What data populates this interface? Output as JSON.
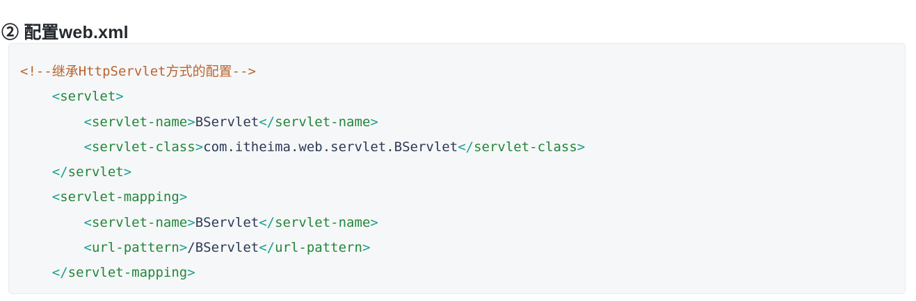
{
  "page": {
    "title": "② 配置web.xml",
    "background_color": "#ffffff"
  },
  "code_block": {
    "language": "xml",
    "background_color": "#f6f7f8",
    "border_color": "#e7eaec",
    "colors": {
      "comment": "#b9642f",
      "tag": "#22863a",
      "punctuation": "#1a9e8f",
      "text": "#2b3a55"
    },
    "lines": [
      {
        "indent": "",
        "segments": [
          {
            "type": "comment",
            "text": "<!--继承HttpServlet方式的配置-->"
          }
        ]
      },
      {
        "indent": "    ",
        "segments": [
          {
            "type": "punc",
            "text": "<"
          },
          {
            "type": "tag",
            "text": "servlet"
          },
          {
            "type": "punc",
            "text": ">"
          }
        ]
      },
      {
        "indent": "        ",
        "segments": [
          {
            "type": "punc",
            "text": "<"
          },
          {
            "type": "tag",
            "text": "servlet-name"
          },
          {
            "type": "punc",
            "text": ">"
          },
          {
            "type": "text",
            "text": "BServlet"
          },
          {
            "type": "punc",
            "text": "</"
          },
          {
            "type": "tag",
            "text": "servlet-name"
          },
          {
            "type": "punc",
            "text": ">"
          }
        ]
      },
      {
        "indent": "        ",
        "segments": [
          {
            "type": "punc",
            "text": "<"
          },
          {
            "type": "tag",
            "text": "servlet-class"
          },
          {
            "type": "punc",
            "text": ">"
          },
          {
            "type": "text",
            "text": "com.itheima.web.servlet.BServlet"
          },
          {
            "type": "punc",
            "text": "</"
          },
          {
            "type": "tag",
            "text": "servlet-class"
          },
          {
            "type": "punc",
            "text": ">"
          }
        ]
      },
      {
        "indent": "    ",
        "segments": [
          {
            "type": "punc",
            "text": "</"
          },
          {
            "type": "tag",
            "text": "servlet"
          },
          {
            "type": "punc",
            "text": ">"
          }
        ]
      },
      {
        "indent": "    ",
        "segments": [
          {
            "type": "punc",
            "text": "<"
          },
          {
            "type": "tag",
            "text": "servlet-mapping"
          },
          {
            "type": "punc",
            "text": ">"
          }
        ]
      },
      {
        "indent": "        ",
        "segments": [
          {
            "type": "punc",
            "text": "<"
          },
          {
            "type": "tag",
            "text": "servlet-name"
          },
          {
            "type": "punc",
            "text": ">"
          },
          {
            "type": "text",
            "text": "BServlet"
          },
          {
            "type": "punc",
            "text": "</"
          },
          {
            "type": "tag",
            "text": "servlet-name"
          },
          {
            "type": "punc",
            "text": ">"
          }
        ]
      },
      {
        "indent": "        ",
        "segments": [
          {
            "type": "punc",
            "text": "<"
          },
          {
            "type": "tag",
            "text": "url-pattern"
          },
          {
            "type": "punc",
            "text": ">"
          },
          {
            "type": "text",
            "text": "/BServlet"
          },
          {
            "type": "punc",
            "text": "</"
          },
          {
            "type": "tag",
            "text": "url-pattern"
          },
          {
            "type": "punc",
            "text": ">"
          }
        ]
      },
      {
        "indent": "    ",
        "segments": [
          {
            "type": "punc",
            "text": "</"
          },
          {
            "type": "tag",
            "text": "servlet-mapping"
          },
          {
            "type": "punc",
            "text": ">"
          }
        ]
      }
    ]
  }
}
